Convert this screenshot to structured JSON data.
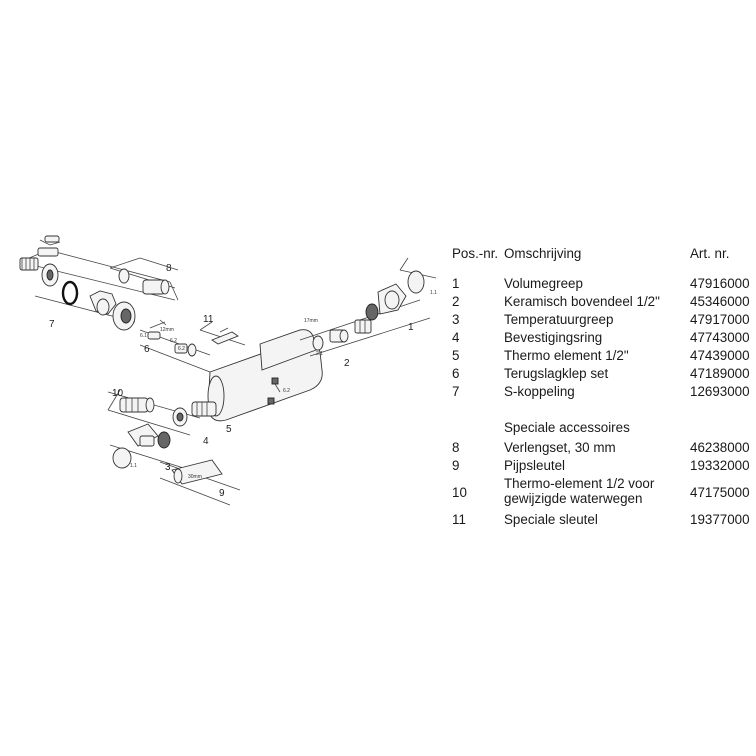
{
  "table": {
    "header": {
      "pos": "Pos.-nr.",
      "desc": "Omschrijving",
      "art": "Art. nr."
    },
    "parts": [
      {
        "pos": "1",
        "desc": "Volumegreep",
        "art": "47916000"
      },
      {
        "pos": "2",
        "desc": "Keramisch bovendeel 1/2\"",
        "art": "45346000"
      },
      {
        "pos": "3",
        "desc": "Temperatuurgreep",
        "art": "47917000"
      },
      {
        "pos": "4",
        "desc": "Bevestigingsring",
        "art": "47743000"
      },
      {
        "pos": "5",
        "desc": "Thermo element 1/2\"",
        "art": "47439000"
      },
      {
        "pos": "6",
        "desc": "Terugslagklep set",
        "art": "47189000"
      },
      {
        "pos": "7",
        "desc": "S-koppeling",
        "art": "12693000"
      }
    ],
    "accessories_heading": "Speciale accessoires",
    "accessories": [
      {
        "pos": "8",
        "desc": "Verlengset, 30 mm",
        "art": "46238000"
      },
      {
        "pos": "9",
        "desc": "Pijpsleutel",
        "art": "19332000"
      },
      {
        "pos": "10",
        "desc": "Thermo-element 1/2 voor",
        "desc2": "gewijzigde waterwegen",
        "art": "47175000"
      },
      {
        "pos": "11",
        "desc": "Speciale sleutel",
        "art": "19377000"
      }
    ]
  },
  "diagram": {
    "callouts": [
      "1",
      "2",
      "3",
      "4",
      "5",
      "6",
      "7",
      "8",
      "9",
      "10",
      "11"
    ],
    "sub_callouts": [
      "6.1",
      "6.2",
      "6.2",
      "2.1",
      "1.1",
      "1.1",
      "6.2"
    ],
    "dimension_labels": [
      "17mm",
      "12mm",
      "30mm"
    ]
  }
}
